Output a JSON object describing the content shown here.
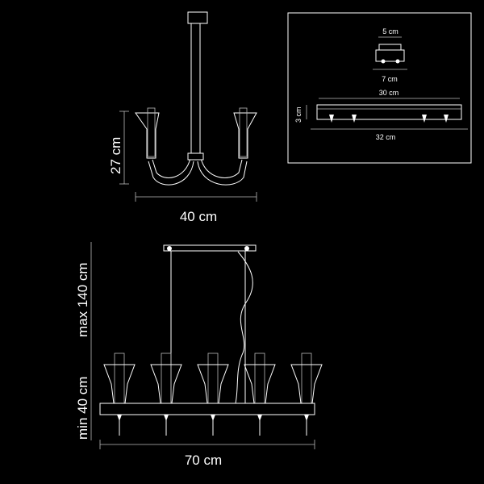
{
  "side_view": {
    "height_label": "27 cm",
    "width_label": "40 cm"
  },
  "inset": {
    "top_width_label": "5 cm",
    "bottom_width_label": "7 cm",
    "bar_length_label": "30 cm",
    "bar_height_label": "3 cm",
    "overall_length_label": "32 cm"
  },
  "front_view": {
    "max_height_label": "max 140 cm",
    "min_height_label": "min 40 cm",
    "width_label": "70 cm",
    "shade_count": 5
  },
  "colors": {
    "background": "#000000",
    "line": "#ffffff"
  }
}
